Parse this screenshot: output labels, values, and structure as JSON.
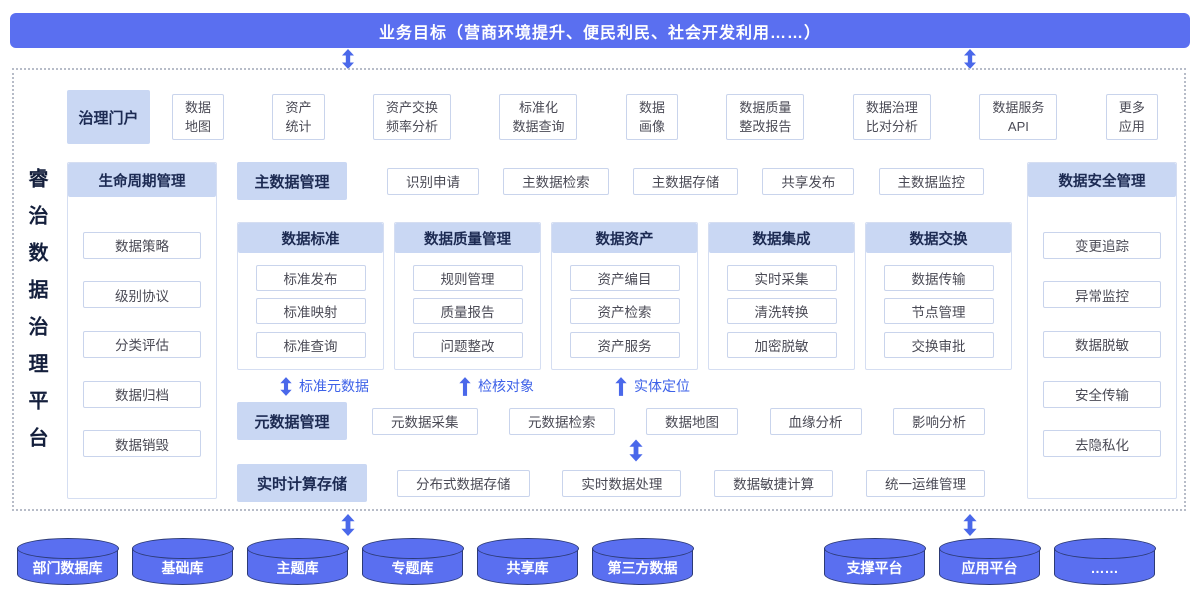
{
  "banner": {
    "text": "业务目标（营商环境提升、便民利民、社会开发利用……）"
  },
  "platform_title": "睿治数据治理平台",
  "portal": {
    "header": "治理门户",
    "items": [
      {
        "l1": "数据",
        "l2": "地图"
      },
      {
        "l1": "资产",
        "l2": "统计"
      },
      {
        "l1": "资产交换",
        "l2": "频率分析"
      },
      {
        "l1": "标准化",
        "l2": "数据查询"
      },
      {
        "l1": "数据",
        "l2": "画像"
      },
      {
        "l1": "数据质量",
        "l2": "整改报告"
      },
      {
        "l1": "数据治理",
        "l2": "比对分析"
      },
      {
        "l1": "数据服务",
        "l2": "API"
      },
      {
        "l1": "更多",
        "l2": "应用"
      }
    ]
  },
  "lifecycle": {
    "header": "生命周期管理",
    "items": [
      "数据策略",
      "级别协议",
      "分类评估",
      "数据归档",
      "数据销毁"
    ]
  },
  "master_data": {
    "header": "主数据管理",
    "items": [
      "识别申请",
      "主数据检索",
      "主数据存储",
      "共享发布",
      "主数据监控"
    ]
  },
  "columns": [
    {
      "header": "数据标准",
      "items": [
        "标准发布",
        "标准映射",
        "标准查询"
      ]
    },
    {
      "header": "数据质量管理",
      "items": [
        "规则管理",
        "质量报告",
        "问题整改"
      ]
    },
    {
      "header": "数据资产",
      "items": [
        "资产编目",
        "资产检索",
        "资产服务"
      ]
    },
    {
      "header": "数据集成",
      "items": [
        "实时采集",
        "清洗转换",
        "加密脱敏"
      ]
    },
    {
      "header": "数据交换",
      "items": [
        "数据传输",
        "节点管理",
        "交换审批"
      ]
    }
  ],
  "flow_labels": [
    {
      "label": "标准元数据"
    },
    {
      "label": "检核对象"
    },
    {
      "label": "实体定位"
    }
  ],
  "metadata": {
    "header": "元数据管理",
    "items": [
      "元数据采集",
      "元数据检索",
      "数据地图",
      "血缘分析",
      "影响分析"
    ]
  },
  "realtime": {
    "header": "实时计算存储",
    "items": [
      "分布式数据存储",
      "实时数据处理",
      "数据敏捷计算",
      "统一运维管理"
    ]
  },
  "security": {
    "header": "数据安全管理",
    "items": [
      "变更追踪",
      "异常监控",
      "数据脱敏",
      "安全传输",
      "去隐私化"
    ]
  },
  "databases": {
    "left": [
      "部门数据库",
      "基础库",
      "主题库",
      "专题库",
      "共享库",
      "第三方数据"
    ],
    "right": [
      "支撑平台",
      "应用平台",
      "……"
    ]
  },
  "colors": {
    "primary_blue": "#5a6ff0",
    "header_bg": "#c9d7f3",
    "header_text": "#1c2a52",
    "box_border": "#c9d4ec",
    "arrow_blue": "#4a68ea",
    "label_blue": "#3e62e8",
    "cylinder_outline": "#2c3a75"
  }
}
